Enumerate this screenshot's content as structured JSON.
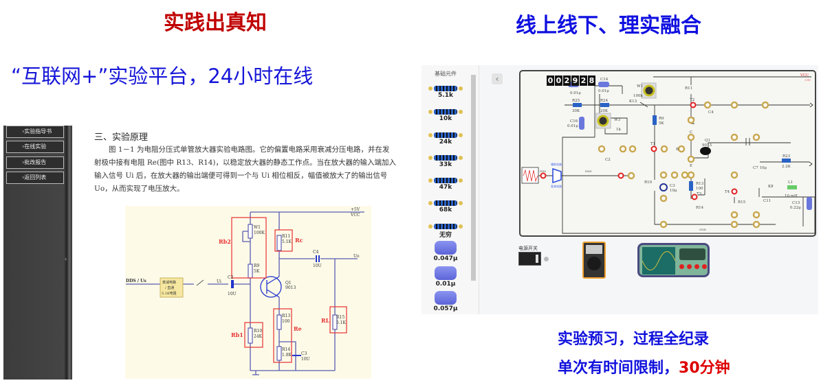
{
  "titles": {
    "left": "实践出真知",
    "right": "线上线下、理实融合",
    "subtitle": "“互联网+”实验平台，24小时在线"
  },
  "left_panel": {
    "sidebar": [
      {
        "label": "›实验指导书"
      },
      {
        "label": "›在线实验"
      },
      {
        "label": "›批改报告"
      },
      {
        "label": "›返回列表"
      }
    ],
    "heading": "三、实验原理",
    "paragraph": "图 1－1 为电阻分压式单管放大器实验电路图。它的偏置电路采用衰减分压电路，并在发射极中接有电阻 Re(图中 R13、R14)，以稳定放大器的静态工作点。当在放大器的输入端加入输入信号 Ui 后，在放大器的输出端便可得到一个与 Ui 相位相反，幅值被放大了的输出信号 Uo，从而实现了电压放大。",
    "circuit": {
      "vcc_v": "+5V",
      "vcc": "VCC",
      "w1": "W1",
      "w1_val": "100K",
      "rb2": "Rb2",
      "r9": "R9",
      "r9_val": "5K",
      "r11": "R11",
      "r11_val": "5.1K",
      "rc": "Rc",
      "c4": "C4",
      "c4_val": "10U",
      "uo": "Uo",
      "q1": "Q1",
      "q1_val": "9013",
      "dds": "DDS / Us",
      "box1": "衰减电路",
      "box2": "/ 直通",
      "box3": "5.1K电阻",
      "ui": "Ui",
      "c2": "C2",
      "c2_val": "10U",
      "r13": "R13",
      "r13_val": "100",
      "re": "Re",
      "r14": "R14",
      "r14_val": "1.8K",
      "c3": "C3",
      "c3_val": "10U",
      "r10": "R10",
      "r10_val": "24K",
      "rb1": "Rb1",
      "r15": "R15",
      "r15_val": "5.1K",
      "rl": "RL"
    }
  },
  "right_panel": {
    "panel_title": "基础元件",
    "components": [
      {
        "label": "5.1k",
        "type": "resistor"
      },
      {
        "label": "10k",
        "type": "resistor"
      },
      {
        "label": "24k",
        "type": "resistor"
      },
      {
        "label": "33k",
        "type": "resistor"
      },
      {
        "label": "47k",
        "type": "resistor"
      },
      {
        "label": "68k",
        "type": "resistor"
      },
      {
        "label": "无穷",
        "type": "resistor"
      },
      {
        "label": "0.047μ",
        "type": "capacitor"
      },
      {
        "label": "0.01μ",
        "type": "capacitor"
      },
      {
        "label": "0.057μ",
        "type": "capacitor"
      }
    ],
    "back": "‹",
    "timer_digits": [
      "0",
      "0",
      "2",
      "9",
      "2",
      "8"
    ],
    "power_switch": "电源开关",
    "circuit": {
      "c_a": "0.01μ",
      "c14": "C14",
      "c14_val": "0.01μ",
      "r25": "R25",
      "r25_val": "30K",
      "r24": "R24",
      "r24_val": "20K",
      "k13": "K13",
      "w1": "W1",
      "w1_val": "100k",
      "w3": "W3",
      "w3_val": "1k",
      "r11": "R11",
      "t2": "T2",
      "c4": "C4",
      "vcc": "VCC",
      "vcc_v": "+5V",
      "r9": "R9",
      "r9_val": "5K",
      "c16": "C16",
      "c16_val": "0.01μ",
      "c2": "C2",
      "t1": "T1",
      "q1": "Q1",
      "q1_val": "9013",
      "b": "B",
      "c": "C",
      "e": "E",
      "c7": "C7 10μ",
      "r23": "R23",
      "r23_val": "2.2K",
      "dds": "DDS",
      "dds2": "DDS'",
      "aux": "辅助电路",
      "att": "衰减电路",
      "r10": "R10",
      "c3": "C3",
      "c3_val": "10μ",
      "r13": "R13",
      "r13_val": "100",
      "t3": "T3",
      "r14": "R14",
      "t4": "T4",
      "r15": "R15",
      "c11": "C11",
      "k8": "K8",
      "l1": "L1",
      "l1_val": "10 mH",
      "c13": "C13",
      "c13_val": "0.22μ",
      "gnd": "GND"
    }
  },
  "captions": {
    "line1": "实验预习，过程全纪录",
    "line2_a": "单次有时间限制，",
    "line2_b": "30分钟"
  },
  "colors": {
    "title_red": "#c00000",
    "title_blue": "#1010e0",
    "highlight_red": "#dd0000"
  }
}
